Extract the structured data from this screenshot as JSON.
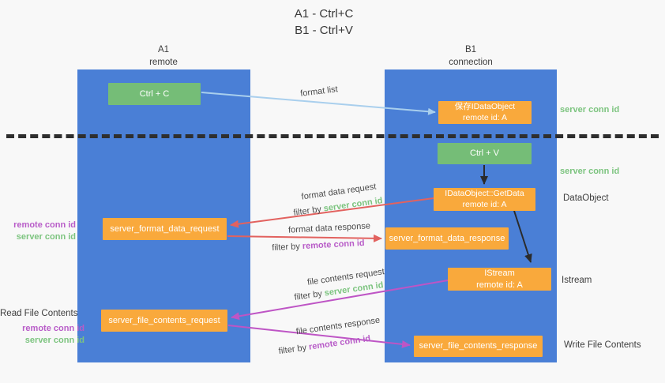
{
  "title": {
    "line1": "A1 - Ctrl+C",
    "line2": "B1 - Ctrl+V"
  },
  "lanes": {
    "left": {
      "name": "A1",
      "role": "remote"
    },
    "right": {
      "name": "B1",
      "role": "connection"
    }
  },
  "boxes": {
    "ctrl_c": "Ctrl + C",
    "ctrl_v": "Ctrl + V",
    "save_idataobject": {
      "line1": "保存IDataObject",
      "line2": "remote id: A"
    },
    "getdata": {
      "line1": "IDataObject::GetData",
      "line2": "remote id: A"
    },
    "istream": {
      "line1": "IStream",
      "line2": "remote id: A"
    },
    "format_request": "server_format_data_request",
    "format_response": "server_format_data_response",
    "file_request": "server_file_contents_request",
    "file_response": "server_file_contents_response"
  },
  "annotations": {
    "right_top_server": "server conn id",
    "right_mid_server": "server conn id",
    "right_dataobject": "DataObject",
    "right_istream": "Istream",
    "right_write": "Write File Contents",
    "left_mid": {
      "remote": "remote conn id",
      "server": "server conn id"
    },
    "left_read": "Read File Contents",
    "left_file": {
      "remote": "remote conn id",
      "server": "server conn id"
    }
  },
  "arrow_labels": {
    "format_list": "format list",
    "format_data_request": "format data request",
    "format_data_response": "format data response",
    "file_contents_request": "file contents request",
    "file_contents_response": "file contents response",
    "filter_by": "filter by",
    "server_conn_id": "server conn id",
    "remote_conn_id": "remote conn id"
  },
  "colors": {
    "lane_blue": "#4a7fd6",
    "box_green": "#75bd77",
    "box_orange": "#f9a93c",
    "arrow_red": "#e2625f",
    "arrow_magenta": "#be55c5",
    "arrow_lightblue": "#a9cfed",
    "arrow_black": "#2b2b2b",
    "text_green": "#7cc47f",
    "text_purple": "#b85cc8",
    "background": "#f8f8f8"
  }
}
